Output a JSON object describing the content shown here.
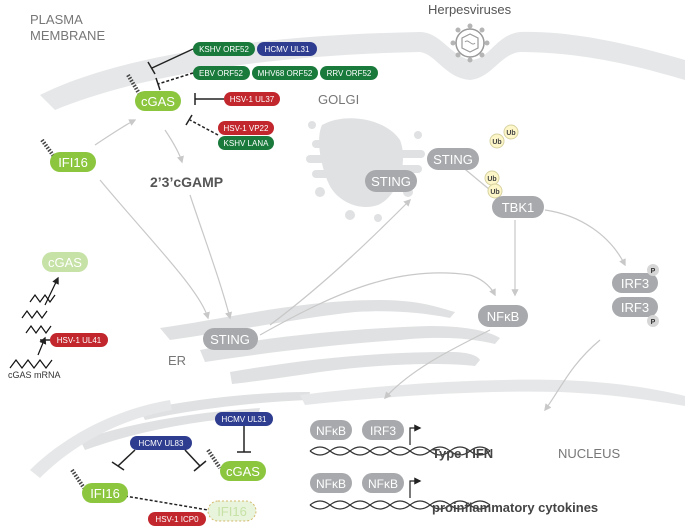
{
  "labels": {
    "plasma_membrane_1": "PLASMA",
    "plasma_membrane_2": "MEMBRANE",
    "herpesviruses": "Herpesviruses",
    "golgi": "GOLGI",
    "er": "ER",
    "nucleus": "NUCLEUS",
    "cgamp": "2’3’cGAMP",
    "cgas_mrna": "cGAS mRNA",
    "type1_ifn": "Type I IFN",
    "proinflammatory": "proinflammatory cytokines",
    "ub": "Ub",
    "p": "P"
  },
  "proteins": {
    "cgas_top": "cGAS",
    "ifi16_left": "IFI16",
    "cgas_faded": "cGAS",
    "sting_er": "STING",
    "sting_golgi": "STING",
    "sting_ub": "STING",
    "tbk1": "TBK1",
    "nfkb": "NFκB",
    "irf3_top": "IRF3",
    "irf3_bottom": "IRF3",
    "cgas_bottom": "cGAS",
    "ifi16_bottom": "IFI16",
    "ifi16_degraded": "IFI16",
    "nfkb_gene1": "NFκB",
    "irf3_gene": "IRF3",
    "nfkb_gene2a": "NFκB",
    "nfkb_gene2b": "NFκB"
  },
  "viral": {
    "kshv_orf52": "KSHV ORF52",
    "hcmv_ul31_top": "HCMV UL31",
    "ebv_orf52": "EBV ORF52",
    "mhv68_orf52": "MHV68 ORF52",
    "rrv_orf52": "RRV ORF52",
    "hsv1_ul37": "HSV-1 UL37",
    "hsv1_vp22": "HSV-1  VP22",
    "kshv_lana": "KSHV LANA",
    "hsv1_ul41": "HSV-1 UL41",
    "hcmv_ul31_bottom": "HCMV UL31",
    "hcmv_ul83": "HCMV UL83",
    "hsv1_icp0": "HSV-1 ICP0"
  },
  "colors": {
    "green_cgas": "#8cc63f",
    "green_faded": "#c6e2a6",
    "viral_green": "#1a7a3c",
    "viral_blue": "#2e3d8f",
    "viral_red": "#c1272d",
    "grey_protein": "#a7a9ac",
    "membrane": "#e6e7e8",
    "ub": "#fdf6c8"
  }
}
